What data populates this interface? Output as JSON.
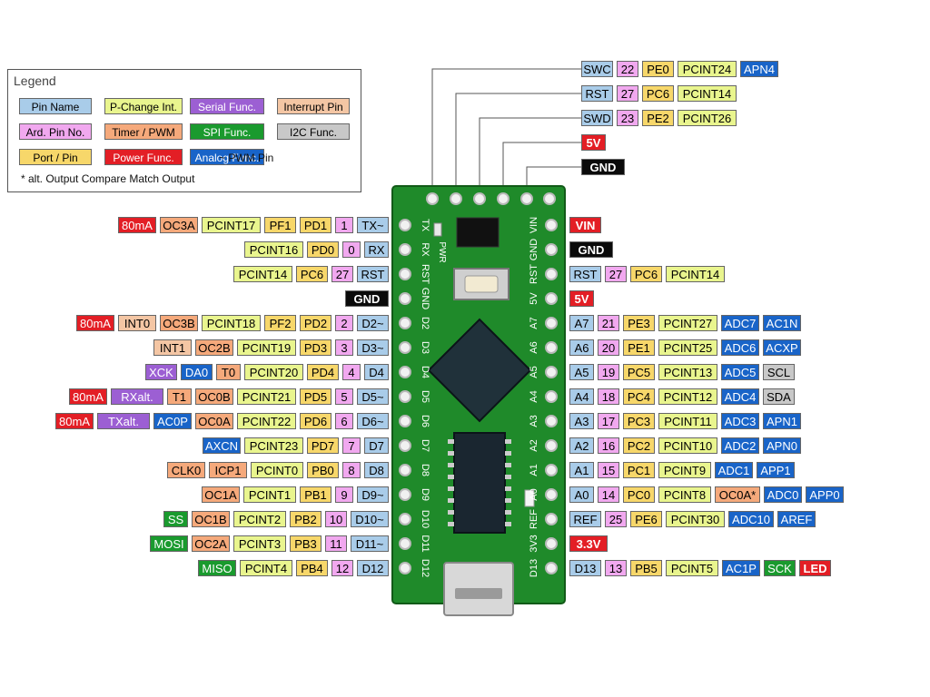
{
  "colors": {
    "pin_name": "#a9cce9",
    "pin_no": "#f1a8ef",
    "port": "#f7d76a",
    "pchange": "#e9f58e",
    "timer": "#f5a97b",
    "power": "#e31e25",
    "serial": "#9c5fd3",
    "spi": "#1a9a2e",
    "analog": "#1964c8",
    "interrupt": "#f4c6a4",
    "i2c": "#c8c8c8",
    "black": "#0a0a0a",
    "pcb": "#1f8a2a"
  },
  "legend": {
    "title": "Legend",
    "items": [
      {
        "text": "Pin Name",
        "color": "pin_name"
      },
      {
        "text": "P-Change Int.",
        "color": "pchange"
      },
      {
        "text": "Serial Func.",
        "color": "serial"
      },
      {
        "text": "Interrupt Pin",
        "color": "interrupt"
      },
      {
        "text": "Ard. Pin No.",
        "color": "pin_no"
      },
      {
        "text": "Timer / PWM",
        "color": "timer"
      },
      {
        "text": "SPI Func.",
        "color": "spi"
      },
      {
        "text": "I2C Func.",
        "color": "i2c"
      },
      {
        "text": "Port / Pin",
        "color": "port"
      },
      {
        "text": "Power Func.",
        "color": "power"
      },
      {
        "text": "Analog Func.",
        "color": "analog"
      }
    ],
    "pwm_note": "~ PWM Pin",
    "footnote": "* alt. Output Compare Match Output"
  },
  "top_rows": [
    [
      {
        "t": "SWC",
        "c": "pin_name"
      },
      {
        "t": "22",
        "c": "pin_no"
      },
      {
        "t": "PE0",
        "c": "port"
      },
      {
        "t": "PCINT24",
        "c": "pchange"
      },
      {
        "t": "APN4",
        "c": "analog"
      }
    ],
    [
      {
        "t": "RST",
        "c": "pin_name"
      },
      {
        "t": "27",
        "c": "pin_no"
      },
      {
        "t": "PC6",
        "c": "port"
      },
      {
        "t": "PCINT14",
        "c": "pchange"
      }
    ],
    [
      {
        "t": "SWD",
        "c": "pin_name"
      },
      {
        "t": "23",
        "c": "pin_no"
      },
      {
        "t": "PE2",
        "c": "port"
      },
      {
        "t": "PCINT26",
        "c": "pchange"
      }
    ],
    [
      {
        "t": "5V",
        "c": "power"
      }
    ],
    [
      {
        "t": "GND",
        "c": "black"
      }
    ]
  ],
  "left_rows": [
    [
      {
        "t": "80mA",
        "c": "power"
      },
      {
        "t": "OC3A",
        "c": "timer"
      },
      {
        "t": "PCINT17",
        "c": "pchange"
      },
      {
        "t": "PF1",
        "c": "port"
      },
      {
        "t": "PD1",
        "c": "port"
      },
      {
        "t": "1",
        "c": "pin_no"
      },
      {
        "t": "TX~",
        "c": "pin_name"
      }
    ],
    [
      {
        "t": "PCINT16",
        "c": "pchange"
      },
      {
        "t": "PD0",
        "c": "port"
      },
      {
        "t": "0",
        "c": "pin_no"
      },
      {
        "t": "RX",
        "c": "pin_name"
      }
    ],
    [
      {
        "t": "PCINT14",
        "c": "pchange"
      },
      {
        "t": "PC6",
        "c": "port"
      },
      {
        "t": "27",
        "c": "pin_no"
      },
      {
        "t": "RST",
        "c": "pin_name"
      }
    ],
    [
      {
        "t": "GND",
        "c": "black"
      }
    ],
    [
      {
        "t": "80mA",
        "c": "power"
      },
      {
        "t": "INT0",
        "c": "interrupt"
      },
      {
        "t": "OC3B",
        "c": "timer"
      },
      {
        "t": "PCINT18",
        "c": "pchange"
      },
      {
        "t": "PF2",
        "c": "port"
      },
      {
        "t": "PD2",
        "c": "port"
      },
      {
        "t": "2",
        "c": "pin_no"
      },
      {
        "t": "D2~",
        "c": "pin_name"
      }
    ],
    [
      {
        "t": "INT1",
        "c": "interrupt"
      },
      {
        "t": "OC2B",
        "c": "timer"
      },
      {
        "t": "PCINT19",
        "c": "pchange"
      },
      {
        "t": "PD3",
        "c": "port"
      },
      {
        "t": "3",
        "c": "pin_no"
      },
      {
        "t": "D3~",
        "c": "pin_name"
      }
    ],
    [
      {
        "t": "XCK",
        "c": "serial"
      },
      {
        "t": "DA0",
        "c": "analog"
      },
      {
        "t": "T0",
        "c": "timer"
      },
      {
        "t": "PCINT20",
        "c": "pchange"
      },
      {
        "t": "PD4",
        "c": "port"
      },
      {
        "t": "4",
        "c": "pin_no"
      },
      {
        "t": "D4",
        "c": "pin_name"
      }
    ],
    [
      {
        "t": "80mA",
        "c": "power"
      },
      {
        "t": "RXalt.",
        "c": "serial"
      },
      {
        "t": "T1",
        "c": "timer"
      },
      {
        "t": "OC0B",
        "c": "timer"
      },
      {
        "t": "PCINT21",
        "c": "pchange"
      },
      {
        "t": "PD5",
        "c": "port"
      },
      {
        "t": "5",
        "c": "pin_no"
      },
      {
        "t": "D5~",
        "c": "pin_name"
      }
    ],
    [
      {
        "t": "80mA",
        "c": "power"
      },
      {
        "t": "TXalt.",
        "c": "serial"
      },
      {
        "t": "AC0P",
        "c": "analog"
      },
      {
        "t": "OC0A",
        "c": "timer"
      },
      {
        "t": "PCINT22",
        "c": "pchange"
      },
      {
        "t": "PD6",
        "c": "port"
      },
      {
        "t": "6",
        "c": "pin_no"
      },
      {
        "t": "D6~",
        "c": "pin_name"
      }
    ],
    [
      {
        "t": "AXCN",
        "c": "analog"
      },
      {
        "t": "PCINT23",
        "c": "pchange"
      },
      {
        "t": "PD7",
        "c": "port"
      },
      {
        "t": "7",
        "c": "pin_no"
      },
      {
        "t": "D7",
        "c": "pin_name"
      }
    ],
    [
      {
        "t": "CLK0",
        "c": "timer"
      },
      {
        "t": "ICP1",
        "c": "timer"
      },
      {
        "t": "PCINT0",
        "c": "pchange"
      },
      {
        "t": "PB0",
        "c": "port"
      },
      {
        "t": "8",
        "c": "pin_no"
      },
      {
        "t": "D8",
        "c": "pin_name"
      }
    ],
    [
      {
        "t": "OC1A",
        "c": "timer"
      },
      {
        "t": "PCINT1",
        "c": "pchange"
      },
      {
        "t": "PB1",
        "c": "port"
      },
      {
        "t": "9",
        "c": "pin_no"
      },
      {
        "t": "D9~",
        "c": "pin_name"
      }
    ],
    [
      {
        "t": "SS",
        "c": "spi"
      },
      {
        "t": "OC1B",
        "c": "timer"
      },
      {
        "t": "PCINT2",
        "c": "pchange"
      },
      {
        "t": "PB2",
        "c": "port"
      },
      {
        "t": "10",
        "c": "pin_no"
      },
      {
        "t": "D10~",
        "c": "pin_name"
      }
    ],
    [
      {
        "t": "MOSI",
        "c": "spi"
      },
      {
        "t": "OC2A",
        "c": "timer"
      },
      {
        "t": "PCINT3",
        "c": "pchange"
      },
      {
        "t": "PB3",
        "c": "port"
      },
      {
        "t": "11",
        "c": "pin_no"
      },
      {
        "t": "D11~",
        "c": "pin_name"
      }
    ],
    [
      {
        "t": "MISO",
        "c": "spi"
      },
      {
        "t": "PCINT4",
        "c": "pchange"
      },
      {
        "t": "PB4",
        "c": "port"
      },
      {
        "t": "12",
        "c": "pin_no"
      },
      {
        "t": "D12",
        "c": "pin_name"
      }
    ]
  ],
  "right_rows": [
    [
      {
        "t": "VIN",
        "c": "power"
      }
    ],
    [
      {
        "t": "GND",
        "c": "black"
      }
    ],
    [
      {
        "t": "RST",
        "c": "pin_name"
      },
      {
        "t": "27",
        "c": "pin_no"
      },
      {
        "t": "PC6",
        "c": "port"
      },
      {
        "t": "PCINT14",
        "c": "pchange"
      }
    ],
    [
      {
        "t": "5V",
        "c": "power"
      }
    ],
    [
      {
        "t": "A7",
        "c": "pin_name"
      },
      {
        "t": "21",
        "c": "pin_no"
      },
      {
        "t": "PE3",
        "c": "port"
      },
      {
        "t": "PCINT27",
        "c": "pchange"
      },
      {
        "t": "ADC7",
        "c": "analog"
      },
      {
        "t": "AC1N",
        "c": "analog"
      }
    ],
    [
      {
        "t": "A6",
        "c": "pin_name"
      },
      {
        "t": "20",
        "c": "pin_no"
      },
      {
        "t": "PE1",
        "c": "port"
      },
      {
        "t": "PCINT25",
        "c": "pchange"
      },
      {
        "t": "ADC6",
        "c": "analog"
      },
      {
        "t": "ACXP",
        "c": "analog"
      }
    ],
    [
      {
        "t": "A5",
        "c": "pin_name"
      },
      {
        "t": "19",
        "c": "pin_no"
      },
      {
        "t": "PC5",
        "c": "port"
      },
      {
        "t": "PCINT13",
        "c": "pchange"
      },
      {
        "t": "ADC5",
        "c": "analog"
      },
      {
        "t": "SCL",
        "c": "i2c"
      }
    ],
    [
      {
        "t": "A4",
        "c": "pin_name"
      },
      {
        "t": "18",
        "c": "pin_no"
      },
      {
        "t": "PC4",
        "c": "port"
      },
      {
        "t": "PCINT12",
        "c": "pchange"
      },
      {
        "t": "ADC4",
        "c": "analog"
      },
      {
        "t": "SDA",
        "c": "i2c"
      }
    ],
    [
      {
        "t": "A3",
        "c": "pin_name"
      },
      {
        "t": "17",
        "c": "pin_no"
      },
      {
        "t": "PC3",
        "c": "port"
      },
      {
        "t": "PCINT11",
        "c": "pchange"
      },
      {
        "t": "ADC3",
        "c": "analog"
      },
      {
        "t": "APN1",
        "c": "analog"
      }
    ],
    [
      {
        "t": "A2",
        "c": "pin_name"
      },
      {
        "t": "16",
        "c": "pin_no"
      },
      {
        "t": "PC2",
        "c": "port"
      },
      {
        "t": "PCINT10",
        "c": "pchange"
      },
      {
        "t": "ADC2",
        "c": "analog"
      },
      {
        "t": "APN0",
        "c": "analog"
      }
    ],
    [
      {
        "t": "A1",
        "c": "pin_name"
      },
      {
        "t": "15",
        "c": "pin_no"
      },
      {
        "t": "PC1",
        "c": "port"
      },
      {
        "t": "PCINT9",
        "c": "pchange"
      },
      {
        "t": "ADC1",
        "c": "analog"
      },
      {
        "t": "APP1",
        "c": "analog"
      }
    ],
    [
      {
        "t": "A0",
        "c": "pin_name"
      },
      {
        "t": "14",
        "c": "pin_no"
      },
      {
        "t": "PC0",
        "c": "port"
      },
      {
        "t": "PCINT8",
        "c": "pchange"
      },
      {
        "t": "OC0A*",
        "c": "timer"
      },
      {
        "t": "ADC0",
        "c": "analog"
      },
      {
        "t": "APP0",
        "c": "analog"
      }
    ],
    [
      {
        "t": "REF",
        "c": "pin_name"
      },
      {
        "t": "25",
        "c": "pin_no"
      },
      {
        "t": "PE6",
        "c": "port"
      },
      {
        "t": "PCINT30",
        "c": "pchange"
      },
      {
        "t": "ADC10",
        "c": "analog"
      },
      {
        "t": "AREF",
        "c": "analog"
      }
    ],
    [
      {
        "t": "3.3V",
        "c": "power"
      }
    ],
    [
      {
        "t": "D13",
        "c": "pin_name"
      },
      {
        "t": "13",
        "c": "pin_no"
      },
      {
        "t": "PB5",
        "c": "port"
      },
      {
        "t": "PCINT5",
        "c": "pchange"
      },
      {
        "t": "AC1P",
        "c": "analog"
      },
      {
        "t": "SCK",
        "c": "spi"
      },
      {
        "t": "LED",
        "c": "power"
      }
    ]
  ],
  "silk_left": [
    "TX",
    "RX",
    "RST",
    "GND",
    "D2",
    "D3",
    "D4",
    "D5",
    "D6",
    "D7",
    "D8",
    "D9",
    "D10",
    "D11",
    "D12"
  ],
  "silk_right": [
    "VIN",
    "GND",
    "RST",
    "5V",
    "A7",
    "A6",
    "A5",
    "A4",
    "A3",
    "A2",
    "A1",
    "A0",
    "REF",
    "3V3",
    "D13"
  ],
  "silk_pwr": "PWR"
}
